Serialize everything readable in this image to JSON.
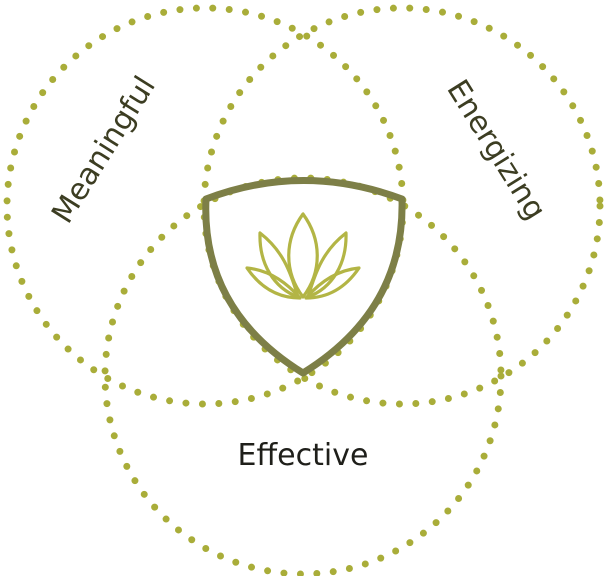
{
  "colors": {
    "dots": "#a9ad39",
    "shield": "#7d7f47",
    "lotus": "#b3b545",
    "text": "#1f1f1a"
  },
  "labels": {
    "meaningful": "Meaningful",
    "energizing": "Energizing",
    "effective": "Effective"
  },
  "icons": {
    "center": "lotus-icon",
    "frame": "shield-icon"
  }
}
